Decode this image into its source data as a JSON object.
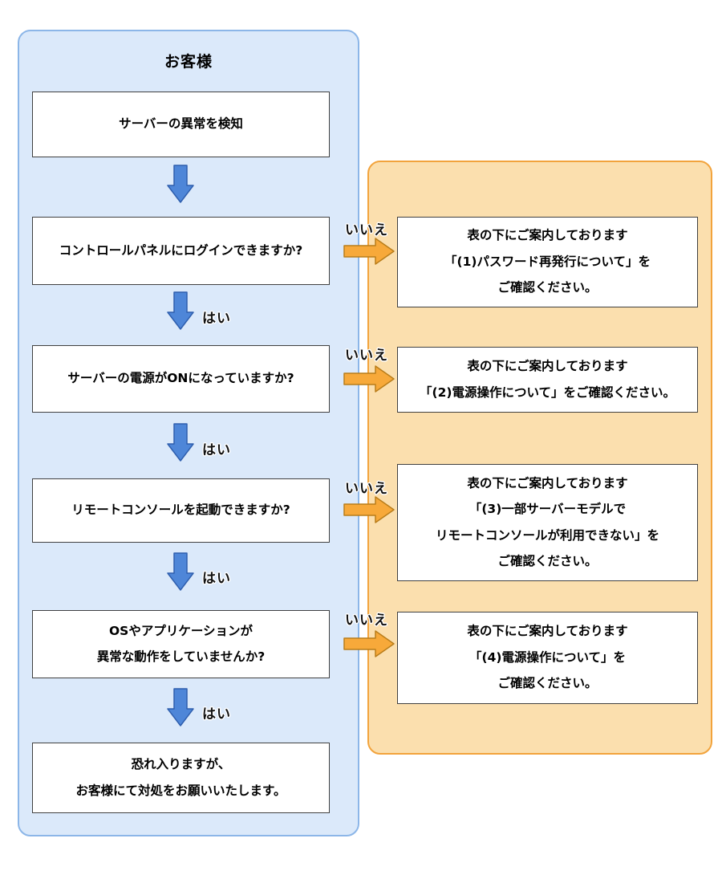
{
  "customer_lane": {
    "title": "お客様",
    "yes_label": "はい",
    "no_label": "いいえ",
    "steps": [
      {
        "lines": [
          "サーバーの異常を検知"
        ]
      },
      {
        "lines": [
          "コントロールパネルにログインできますか?"
        ]
      },
      {
        "lines": [
          "サーバーの電源がONになっていますか?"
        ]
      },
      {
        "lines": [
          "リモートコンソールを起動できますか?"
        ]
      },
      {
        "lines": [
          "OSやアプリケーションが",
          "異常な動作をしていませんか?"
        ]
      },
      {
        "lines": [
          "恐れ入りますが、",
          "お客様にて対処をお願いいたします。"
        ]
      }
    ]
  },
  "guidance_lane": {
    "boxes": [
      {
        "lines": [
          "表の下にご案内しております",
          "「(1)パスワード再発行について」を",
          "ご確認ください。"
        ]
      },
      {
        "lines": [
          "表の下にご案内しております",
          "「(2)電源操作について」をご確認ください。"
        ]
      },
      {
        "lines": [
          "表の下にご案内しております",
          "「(3)一部サーバーモデルで",
          "リモートコンソールが利用できない」を",
          "ご確認ください。"
        ]
      },
      {
        "lines": [
          "表の下にご案内しております",
          "「(4)電源操作について」を",
          "ご確認ください。"
        ]
      }
    ]
  },
  "colors": {
    "lane_customer_fill": "#dbe9fa",
    "lane_customer_border": "#8cb6e8",
    "lane_guidance_fill": "#fbdfae",
    "lane_guidance_border": "#f2a33c",
    "arrow_down_fill": "#4e86d8",
    "arrow_down_border": "#2f5fae",
    "arrow_right_fill": "#f7a93a",
    "arrow_right_border": "#b97d1a",
    "box_border": "#404040"
  }
}
